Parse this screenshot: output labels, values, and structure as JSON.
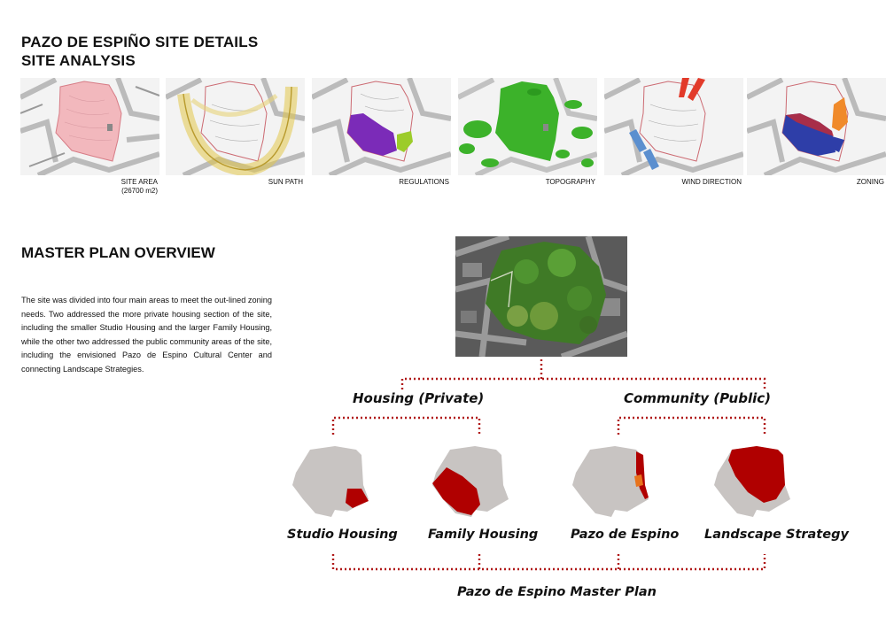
{
  "page": {
    "title_line1": "PAZO DE ESPIÑO SITE DETAILS",
    "title_line2": "SITE ANALYSIS"
  },
  "analysis_panels": [
    {
      "caption_line1": "SITE AREA",
      "caption_line2": "(26700 m2)",
      "overlay": "pink"
    },
    {
      "caption_line1": "SUN PATH",
      "caption_line2": "",
      "overlay": "yellow"
    },
    {
      "caption_line1": "REGULATIONS",
      "caption_line2": "",
      "overlay": "purple-green"
    },
    {
      "caption_line1": "TOPOGRAPHY",
      "caption_line2": "",
      "overlay": "green"
    },
    {
      "caption_line1": "WIND DIRECTION",
      "caption_line2": "",
      "overlay": "red-blue-arrows"
    },
    {
      "caption_line1": "ZONING",
      "caption_line2": "",
      "overlay": "blue-red-orange"
    }
  ],
  "master_plan": {
    "heading": "MASTER PLAN OVERVIEW",
    "description": "The site was divided into four main areas to meet the out-lined zoning needs.  Two addressed the more private housing section of the site, including the smaller Studio Housing and the larger Family Housing, while the other two addressed the public community areas of the site, including the envisioned Pazo de Espino Cultural Center and connecting Landscape Strategies."
  },
  "diagram": {
    "group_private": "Housing (Private)",
    "group_public": "Community (Public)",
    "zones": [
      {
        "label": "Studio Housing"
      },
      {
        "label": "Family Housing"
      },
      {
        "label": "Pazo de Espino"
      },
      {
        "label": "Landscape Strategy"
      }
    ],
    "footer": "Pazo de Espino Master Plan"
  },
  "colors": {
    "connector": "#b01818",
    "zone_highlight": "#b00000",
    "zone_base": "#c8c4c2",
    "accent_orange": "#e8731c"
  }
}
